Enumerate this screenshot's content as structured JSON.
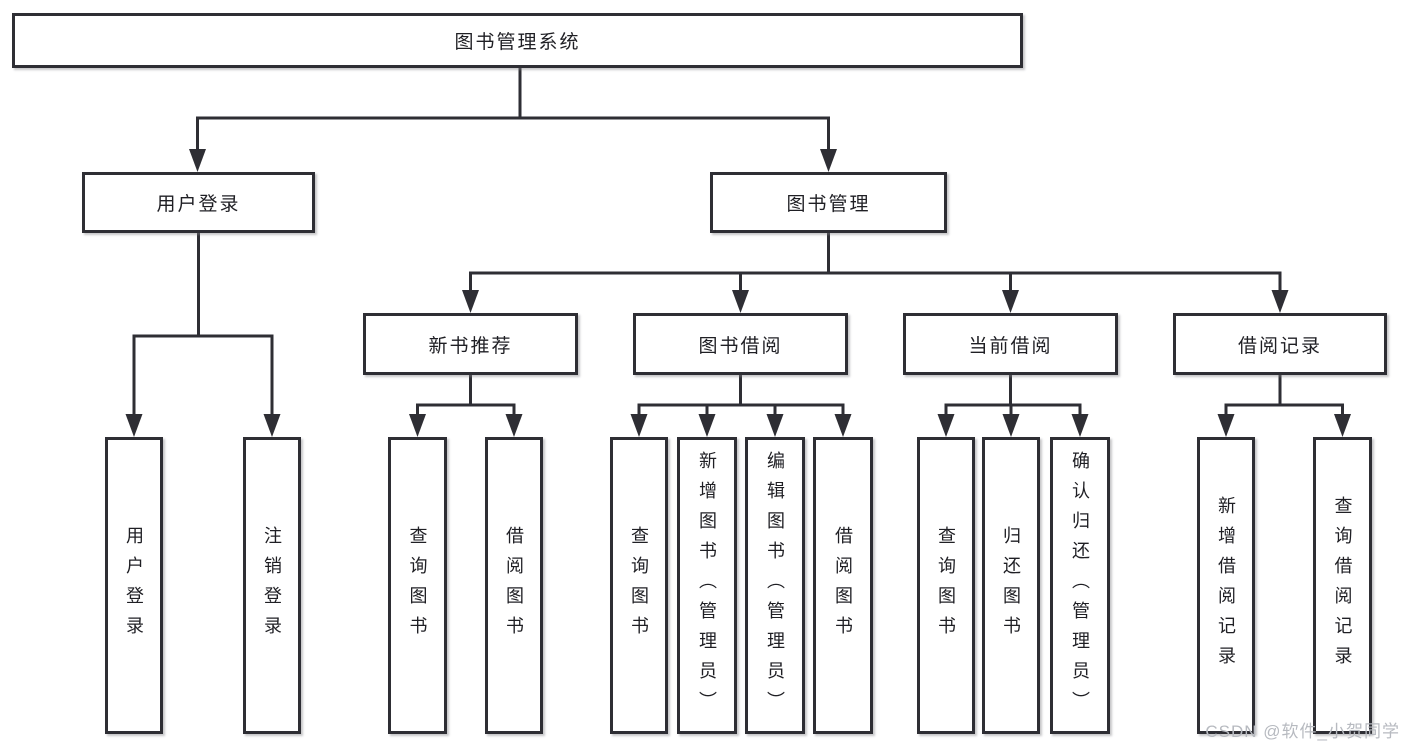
{
  "diagram": {
    "root": {
      "label": "图书管理系统"
    },
    "level2": {
      "user_login": {
        "label": "用户登录"
      },
      "book_mgmt": {
        "label": "图书管理"
      }
    },
    "level3": {
      "new_book": {
        "label": "新书推荐"
      },
      "book_borrow": {
        "label": "图书借阅"
      },
      "current_borrow": {
        "label": "当前借阅"
      },
      "borrow_record": {
        "label": "借阅记录"
      }
    },
    "leaves": {
      "user_login_action": {
        "label": "用户登录"
      },
      "logout": {
        "label": "注销登录"
      },
      "query_book_new": {
        "label": "查询图书"
      },
      "borrow_book_new": {
        "label": "借阅图书"
      },
      "query_book_borrow": {
        "label": "查询图书"
      },
      "add_book_admin": {
        "label": "新增图书（管理员）"
      },
      "edit_book_admin": {
        "label": "编辑图书（管理员）"
      },
      "borrow_book": {
        "label": "借阅图书"
      },
      "query_book_current": {
        "label": "查询图书"
      },
      "return_book": {
        "label": "归还图书"
      },
      "confirm_return_admin": {
        "label": "确认归还（管理员）"
      },
      "add_borrow_record": {
        "label": "新增借阅记录"
      },
      "query_borrow_record": {
        "label": "查询借阅记录"
      }
    }
  },
  "watermark": {
    "text": "CSDN @软件_小贺同学"
  },
  "colors": {
    "line": "#2e2e34",
    "text": "#1f1f24",
    "watermark": "#b7bac0",
    "background": "#ffffff"
  }
}
